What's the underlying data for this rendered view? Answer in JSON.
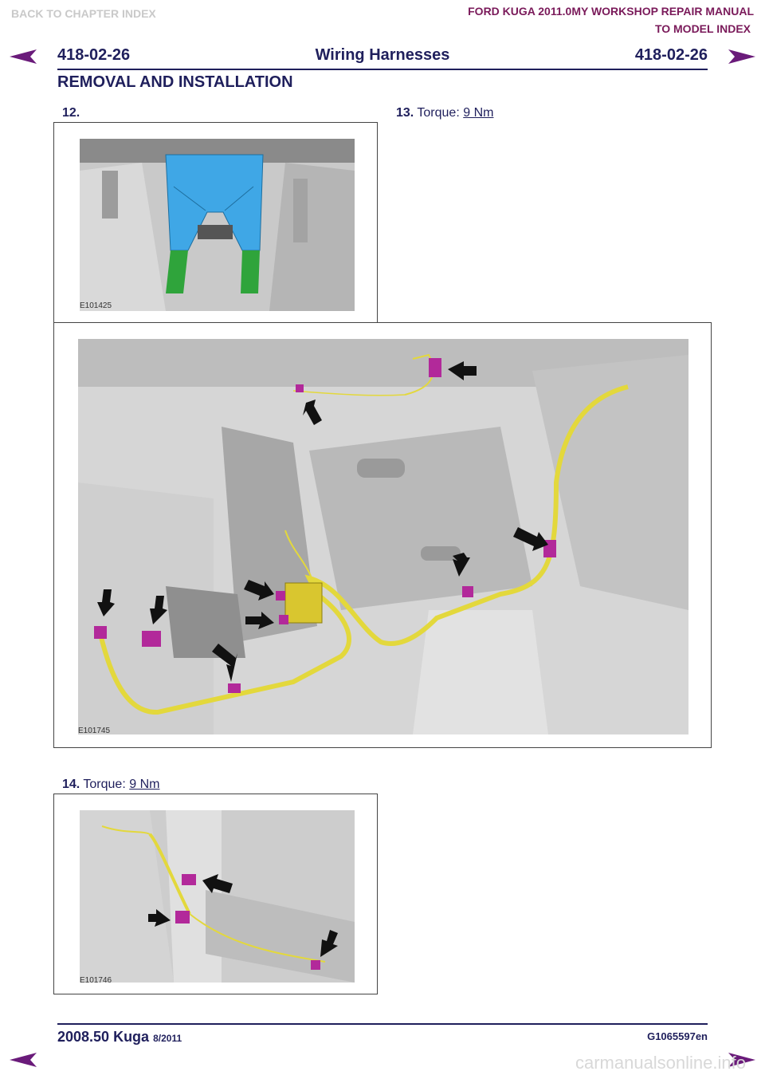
{
  "nav": {
    "back_to_chapter": "BACK TO CHAPTER INDEX",
    "manual_title": "FORD KUGA 2011.0MY WORKSHOP REPAIR MANUAL",
    "to_model_index": "TO MODEL INDEX"
  },
  "header": {
    "page_left": "418-02-26",
    "title": "Wiring Harnesses",
    "page_right": "418-02-26",
    "section": "REMOVAL AND INSTALLATION"
  },
  "steps": [
    {
      "number": "12.",
      "label": "",
      "value": ""
    },
    {
      "number": "13.",
      "label": "Torque:",
      "value": "9 Nm"
    },
    {
      "number": "14.",
      "label": "Torque:",
      "value": "9 Nm"
    }
  ],
  "figures": {
    "fig1_id": "E101425",
    "fig2_id": "E101745",
    "fig3_id": "E101746"
  },
  "footer": {
    "model": "2008.50 Kuga",
    "date": "8/2011",
    "doc_id": "G1065597en",
    "watermark": "carmanualsonline.info"
  },
  "colors": {
    "nav_arrow": "#6a1b7a",
    "harness_yellow": "#e3d83c",
    "connector_magenta": "#b2299a",
    "highlight_blue": "#3fa7e6",
    "highlight_green": "#2fa43b"
  }
}
